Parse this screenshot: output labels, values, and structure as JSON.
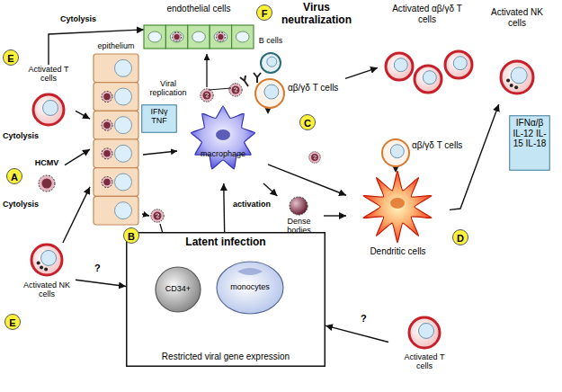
{
  "diagram": {
    "nodes": [
      {
        "text": [
          "endothelial cells"
        ]
      },
      {
        "text": [
          "epithelium"
        ]
      },
      {
        "text": [
          "B cells"
        ]
      },
      {
        "text": [
          "Activated T cells"
        ]
      },
      {
        "text": [
          "HCMV"
        ]
      },
      {
        "text": [
          "Activated NK cells"
        ]
      },
      {
        "text": [
          "IFNγ TNF"
        ]
      },
      {
        "text": [
          "macrophage"
        ]
      },
      {
        "text": [
          "αβ/γδ T cells"
        ]
      },
      {
        "text": [
          "Activated αβ/γδ T cells"
        ]
      },
      {
        "text": [
          "Activated NK cells"
        ]
      },
      {
        "text": [
          "IFNα/β IL-12 IL-15 IL-18"
        ]
      },
      {
        "text": [
          "αβ/γδ T cells"
        ]
      },
      {
        "text": [
          "Dendritic cells"
        ]
      },
      {
        "text": [
          "Dense bodies"
        ]
      },
      {
        "text": [
          "Latent infection",
          "Restricted viral gene expression"
        ]
      },
      {
        "text": [
          "CD34+"
        ],
        "in": 15
      },
      {
        "text": [
          "monocytes"
        ],
        "in": 15
      },
      {
        "text": [
          "Activated T cells"
        ]
      }
    ],
    "edges": [
      {
        "from": 3,
        "to": 0,
        "label": "Cytolysis",
        "arrow": "to"
      },
      {
        "from": 3,
        "to": 1,
        "label": "Cytolysis",
        "arrow": "to"
      },
      {
        "from": 5,
        "to": 1,
        "label": "Cytolysis",
        "arrow": "to"
      },
      {
        "from": 4,
        "to": 1,
        "arrow": "to"
      },
      {
        "from": 5,
        "to": 15,
        "label": "?",
        "arrow": "to"
      },
      {
        "from": 18,
        "to": 15,
        "label": "?",
        "arrow": "to"
      },
      {
        "from": 15,
        "to": 7,
        "label": "activation",
        "arrow": "to"
      },
      {
        "from": 8,
        "to": 9,
        "arrow": "to"
      },
      {
        "from": 7,
        "to": 14,
        "arrow": "to"
      },
      {
        "from": 14,
        "to": 13,
        "arrow": "to"
      },
      {
        "from": 7,
        "to": 13,
        "arrow": "to"
      },
      {
        "from": 13,
        "to": 10,
        "arrow": "to"
      }
    ],
    "labels": [
      "E",
      "F",
      "Virus neutralization",
      "Viral replication",
      "A",
      "C",
      "D",
      "B",
      "E"
    ]
  }
}
